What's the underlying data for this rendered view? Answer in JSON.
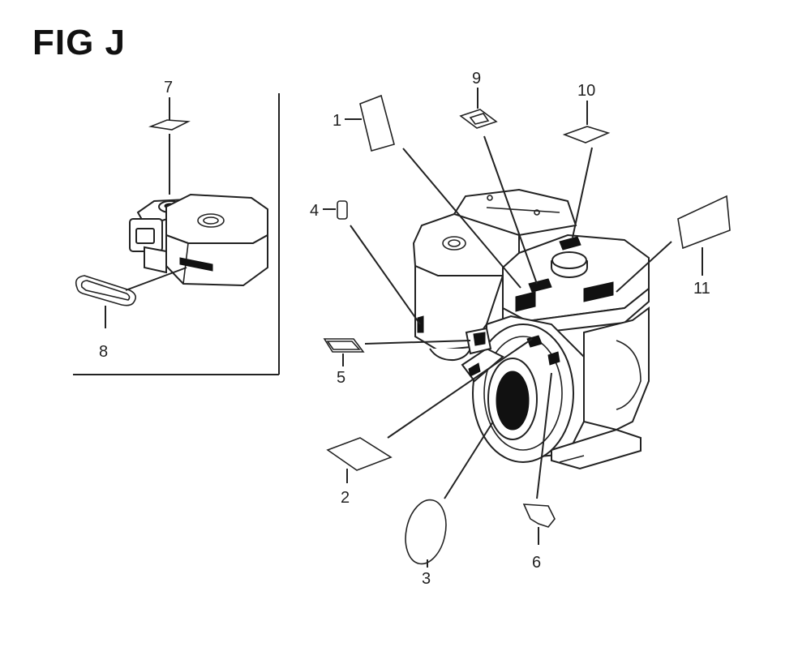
{
  "figure": {
    "title": "FIG J"
  },
  "callouts": {
    "c1": "1",
    "c2": "2",
    "c3": "3",
    "c4": "4",
    "c5": "5",
    "c6": "6",
    "c7": "7",
    "c8": "8",
    "c9": "9",
    "c10": "10",
    "c11": "11"
  }
}
